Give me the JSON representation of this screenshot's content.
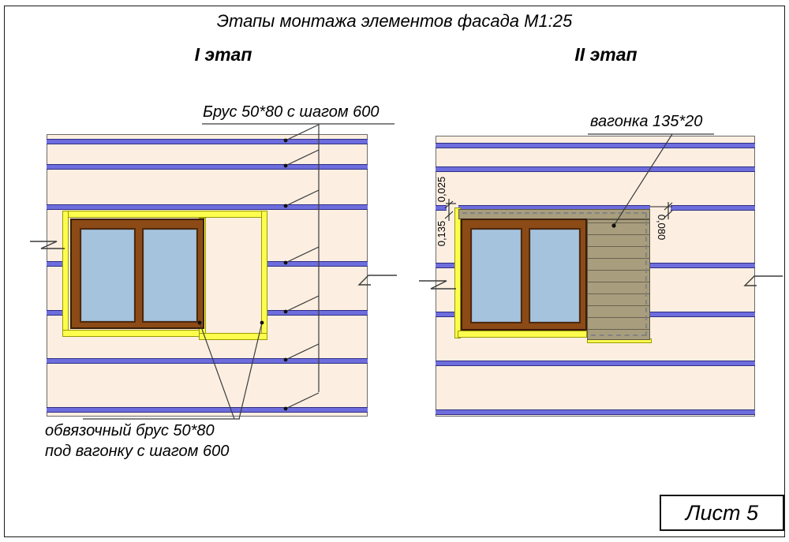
{
  "sheet": {
    "title": "Этапы монтажа элементов фасада М1:25",
    "sheet_label": "Лист 5"
  },
  "stage1": {
    "label": "I этап",
    "batten_note": "Брус 50*80 с шагом 600",
    "strapping_note_line1": "обвязочный брус 50*80",
    "strapping_note_line2": "под вагонку с шагом 600"
  },
  "stage2": {
    "label": "II этап",
    "cladding_note": "вагонка 135*20",
    "dim_gap": "0,025",
    "dim_board_width": "0,135",
    "dim_batten_width": "0,080"
  },
  "colors": {
    "wall": "#fcefe1",
    "batten": "#6e6ddd",
    "batten_border": "#2e2e85",
    "strapping_yellow": "#fdfd4e",
    "window_frame": "#8b4a16",
    "glass": "#a6c3dd",
    "cladding": "#a89d7d"
  }
}
